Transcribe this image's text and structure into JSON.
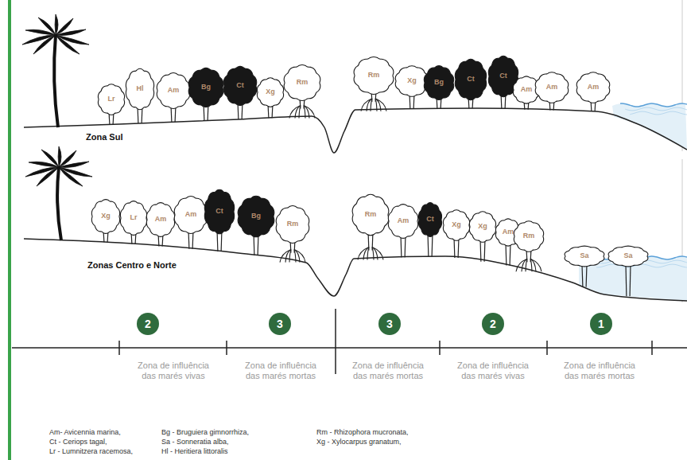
{
  "diagram": {
    "nodes": [
      {
        "text": [
          "2"
        ]
      },
      {
        "text": [
          "3"
        ]
      },
      {
        "text": [
          "3"
        ]
      },
      {
        "text": [
          "2"
        ]
      },
      {
        "text": [
          "1"
        ]
      }
    ],
    "labels": [
      "Lr",
      "Hl",
      "Am",
      "Bg",
      "Ct",
      "Xg",
      "Rm",
      "Rm",
      "Xg",
      "Bg",
      "Ct",
      "Ct",
      "Am",
      "Am",
      "Am",
      "Zona Sul",
      "Xg",
      "Lr",
      "Am",
      "Am",
      "Ct",
      "Bg",
      "Rm",
      "Rm",
      "Am",
      "Ct",
      "Xg",
      "Xg",
      "Am",
      "Rm",
      "Sa",
      "Sa",
      "Zonas Centro e  Norte",
      "Zona de influência das marés vivas",
      "Zona de influência das marés mortas",
      "Zona de influência das marés mortas",
      "Zona de influência das marés vivas",
      "Zona de influência das marés mortas"
    ],
    "legend": [
      {
        "text": "Am- Avicennia marina,"
      },
      {
        "text": "Bg - Bruguiera gimnorrhiza,"
      },
      {
        "text": "Rm - Rhizophora mucronata,"
      },
      {
        "text": "Ct - Ceriops tagal,"
      },
      {
        "text": "Sa - Sonneratia alba,"
      },
      {
        "text": "Xg - Xylocarpus granatum,"
      },
      {
        "text": "Lr - Lumnitzera racemosa,"
      },
      {
        "text": "Hl - Heritiera littoralis"
      }
    ]
  }
}
